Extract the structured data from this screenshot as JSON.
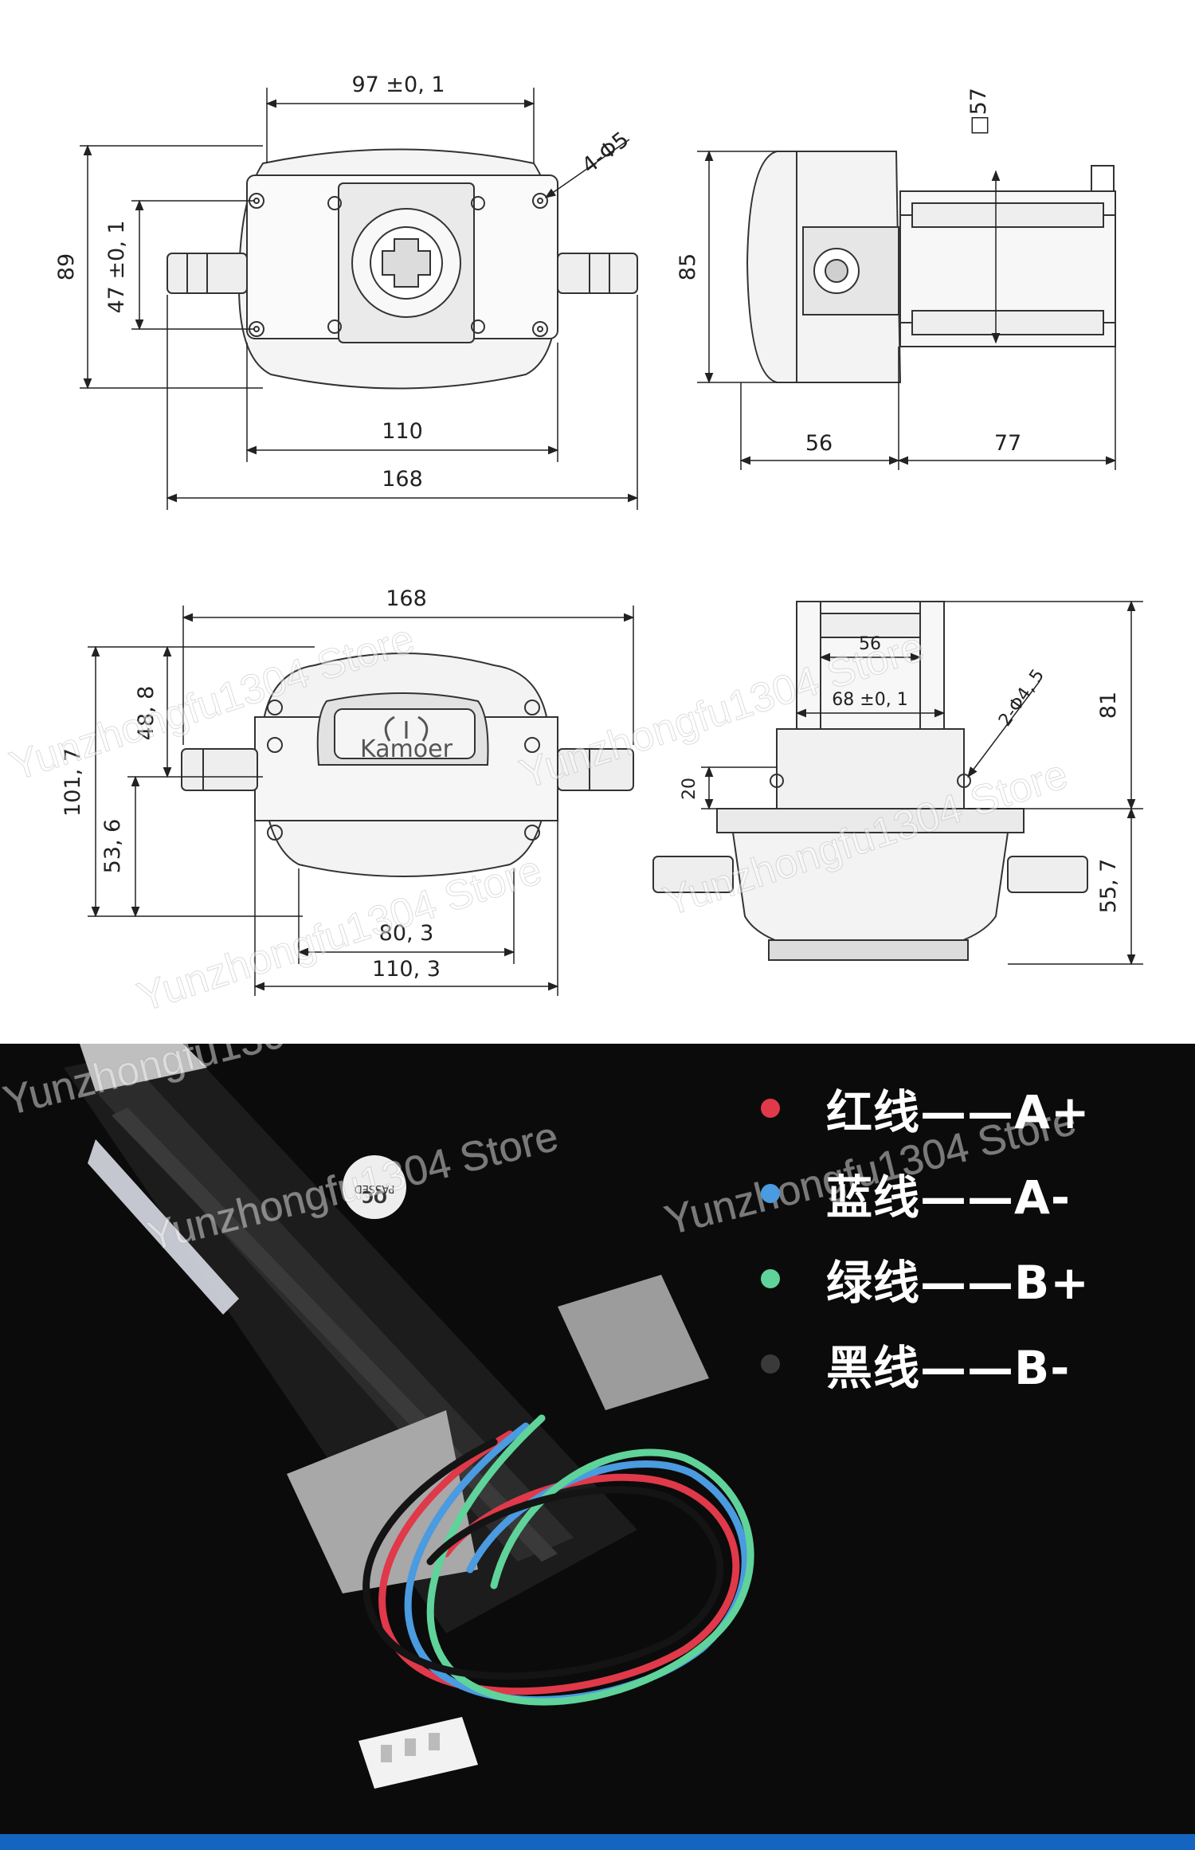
{
  "drawing_top_front": {
    "width_label": "97 ±0, 1",
    "holes_label": "4-Φ5",
    "height_label": "89",
    "inner_height_label": "47 ±0, 1",
    "mount_width_label": "110",
    "overall_width_label": "168"
  },
  "drawing_top_side": {
    "flange_label": "□57",
    "height_label": "85",
    "pump_depth_label": "56",
    "motor_length_label": "77"
  },
  "drawing_bottom_front": {
    "width_label": "168",
    "logo_text": "Kamoer",
    "height_label": "101, 7",
    "upper_label": "48, 8",
    "lower_label": "53, 6",
    "inner_width_label": "80, 3",
    "mount_width_label": "110, 3"
  },
  "drawing_bottom_side": {
    "inner_label": "56",
    "width_label": "68 ±0, 1",
    "holes_label": "2-Φ4, 5",
    "height_label": "81",
    "flange_label": "20",
    "lower_label": "55, 7"
  },
  "photo": {
    "qc_label_line1": "QC",
    "qc_label_line2": "PASSED",
    "wire_legend": [
      {
        "text": "红线——A+",
        "color": "#e0394a"
      },
      {
        "text": "蓝线——A-",
        "color": "#4a9be0"
      },
      {
        "text": "绿线——B+",
        "color": "#5fd39a"
      },
      {
        "text": "黑线——B-",
        "color": "#3a3a3a"
      }
    ]
  },
  "watermark": "Yunzhongfu1304 Store"
}
